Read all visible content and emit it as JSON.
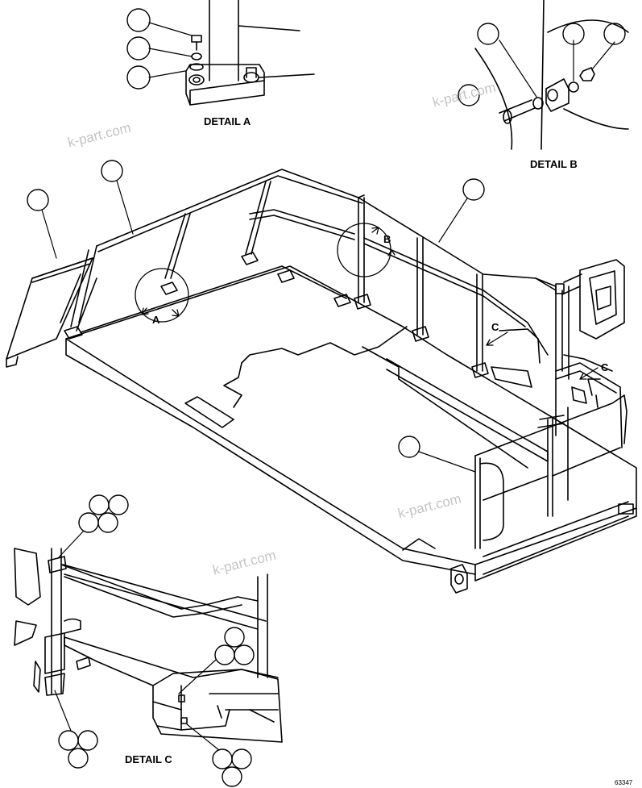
{
  "detail_labels": {
    "a": "DETAIL A",
    "b": "DETAIL B",
    "c": "DETAIL C"
  },
  "view_markers": {
    "a": "A",
    "b": "B",
    "c1": "C",
    "c2": "C"
  },
  "watermark": "k-part.com",
  "drawing_number": "63347"
}
